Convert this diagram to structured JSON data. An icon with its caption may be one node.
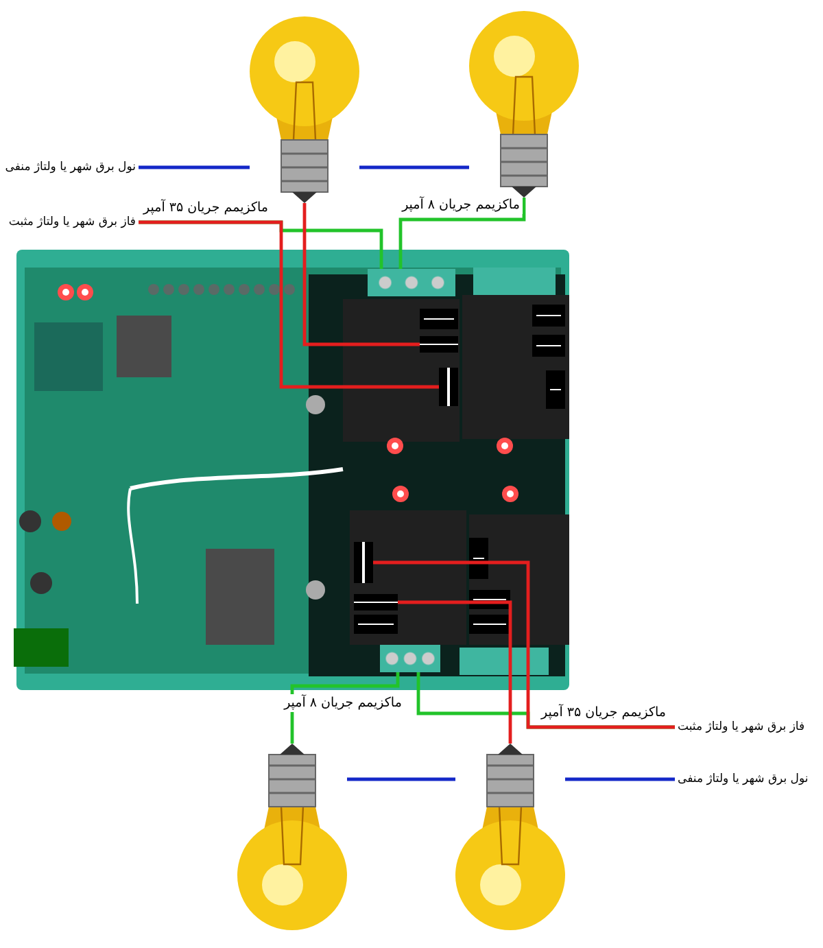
{
  "diagram": {
    "nodes": [
      {
        "text": [
          "نول برق شهر یا ولتاژ منفی"
        ]
      },
      {
        "text": [
          "فاز برق شهر یا ولتاژ مثبت"
        ]
      },
      {
        "text": [],
        "shape": "picture"
      },
      {
        "text": [],
        "shape": "picture"
      },
      {
        "text": [],
        "shape": "picture"
      },
      {
        "text": [],
        "shape": "box",
        "in": 4
      },
      {
        "text": [],
        "shape": "box",
        "in": 4
      },
      {
        "text": [],
        "shape": "box",
        "in": 4
      },
      {
        "text": [],
        "shape": "box",
        "in": 4
      },
      {
        "text": [],
        "shape": "box",
        "in": 4
      },
      {
        "text": [],
        "shape": "box",
        "in": 4
      },
      {
        "text": [],
        "shape": "picture"
      },
      {
        "text": [],
        "shape": "picture"
      },
      {
        "text": [
          "فاز برق شهر یا ولتاژ مثبت"
        ]
      },
      {
        "text": [
          "نول برق شهر یا ولتاژ منفی"
        ]
      }
    ],
    "edges": [
      {
        "from": 0,
        "to": 2,
        "arrow": "none",
        "color": "#1428c8"
      },
      {
        "from": 2,
        "to": 3,
        "arrow": "none",
        "color": "#1428c8"
      },
      {
        "from": 1,
        "to": 5,
        "arrow": "none",
        "color": "#e41e1e",
        "label": "ماکزیمم جریان ۳۵ آمپر"
      },
      {
        "from": 2,
        "to": 6,
        "arrow": "none",
        "color": "#e41e1e"
      },
      {
        "from": 3,
        "to": 7,
        "arrow": "none",
        "color": "#22c32a",
        "label": "ماکزیمم جریان ۸ آمپر"
      },
      {
        "from": 1,
        "to": 7,
        "arrow": "none",
        "color": "#22c32a"
      },
      {
        "from": 10,
        "to": 11,
        "arrow": "none",
        "color": "#22c32a",
        "label": "ماکزیمم جریان ۸ آمپر"
      },
      {
        "from": 10,
        "to": 13,
        "arrow": "none",
        "color": "#22c32a"
      },
      {
        "from": 8,
        "to": 13,
        "arrow": "none",
        "color": "#e41e1e",
        "label": "ماکزیمم جریان ۳۵ آمپر"
      },
      {
        "from": 9,
        "to": 12,
        "arrow": "none",
        "color": "#e41e1e"
      },
      {
        "from": 14,
        "to": 12,
        "arrow": "none",
        "color": "#1428c8"
      },
      {
        "from": 12,
        "to": 11,
        "arrow": "none",
        "color": "#1428c8"
      }
    ]
  }
}
